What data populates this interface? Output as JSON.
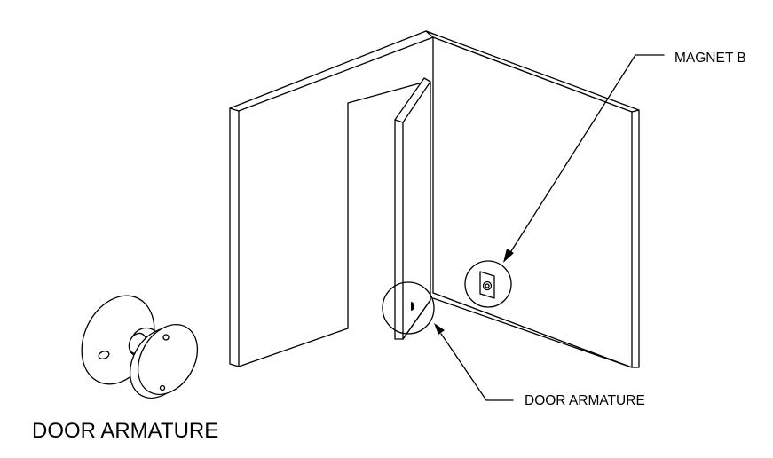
{
  "labels": {
    "magnet": "MAGNET B",
    "door_armature_callout": "DOOR ARMATURE",
    "door_armature_title": "DOOR ARMATURE"
  },
  "colors": {
    "line": "#000000",
    "background": "#ffffff"
  }
}
